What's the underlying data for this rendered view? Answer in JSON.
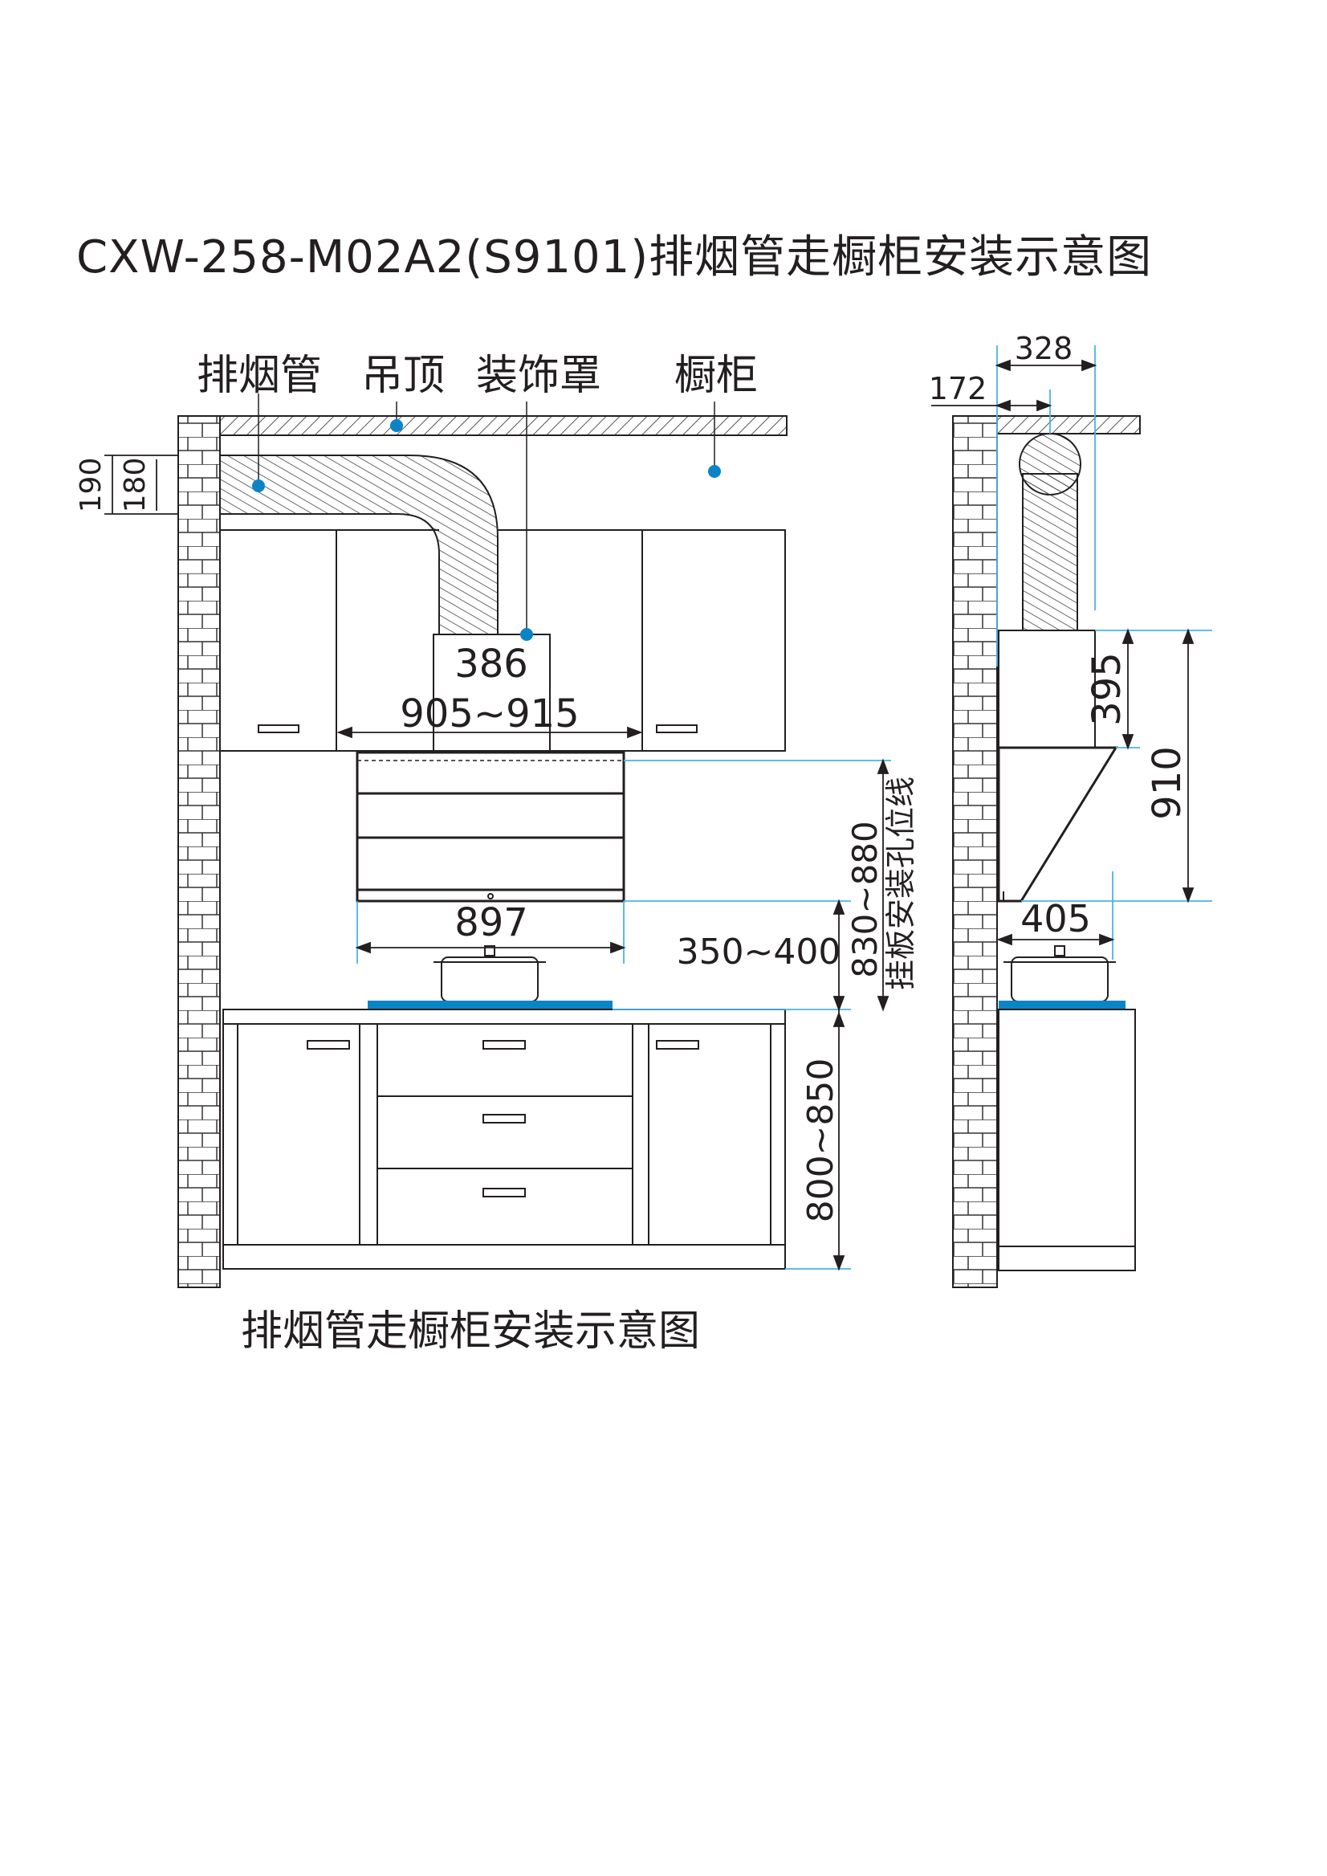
{
  "title": "CXW-258-M02A2(S9101)排烟管走橱柜安装示意图",
  "caption": "排烟管走橱柜安装示意图",
  "callouts": {
    "duct": "排烟管",
    "ceiling": "吊顶",
    "cover": "装饰罩",
    "cabinet": "橱柜"
  },
  "dimensions": {
    "duct_outer": "190",
    "duct_inner": "180",
    "cover_width": "386",
    "cabinet_gap": "905~915",
    "hood_width": "897",
    "hob_to_hood": "350~400",
    "mount_height": "830~880",
    "mount_line_label": "挂板安装孔位线",
    "counter_height": "800~850",
    "side_total": "328",
    "side_wall": "172",
    "side_cover_height": "395",
    "side_total_height": "910",
    "side_depth": "405"
  },
  "colors": {
    "line": "#231f20",
    "accent_blue": "#0a84c6",
    "guide_blue": "#4db3e6",
    "hatch": "#555555"
  }
}
